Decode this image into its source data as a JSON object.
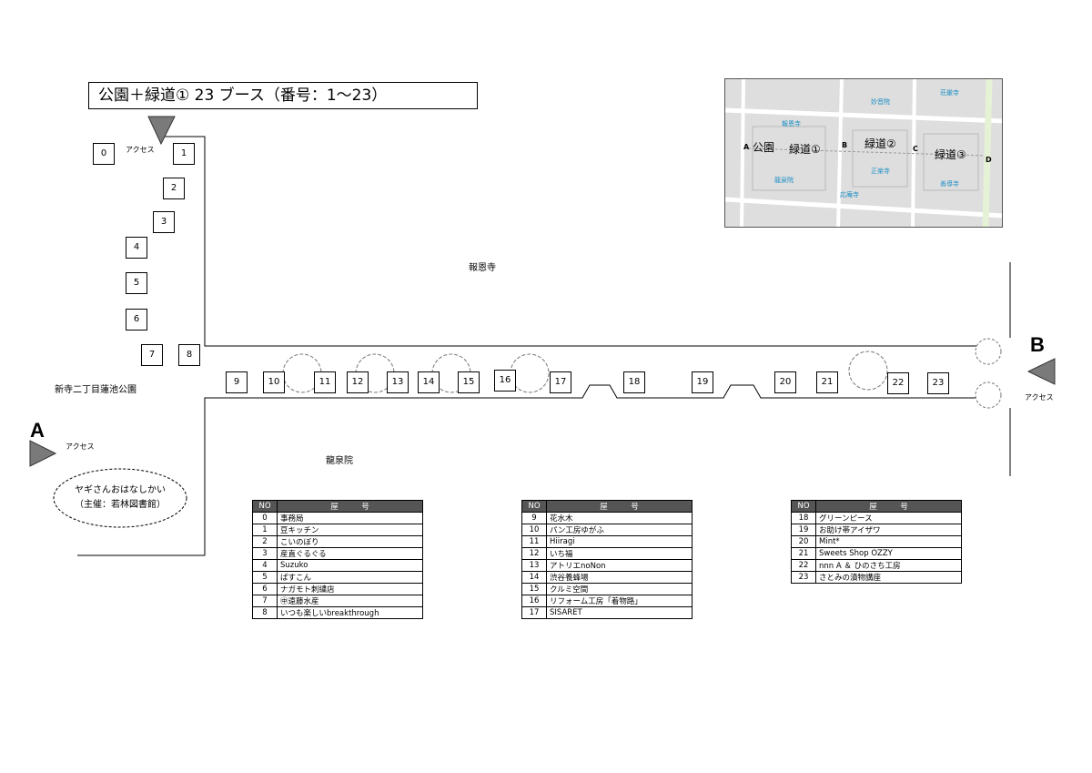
{
  "title": "公園＋緑道① 23 ブース（番号：1〜23）",
  "access_label": "アクセス",
  "point_a": "A",
  "point_b": "B",
  "places": {
    "houonji": "報恩寺",
    "ryusenin": "龍泉院",
    "park": "新寺二丁目蓮池公園"
  },
  "event": {
    "line1": "ヤギさんおはなしかい",
    "line2": "（主催：若林図書館）"
  },
  "booths": [
    "0",
    "1",
    "2",
    "3",
    "4",
    "5",
    "6",
    "7",
    "8",
    "9",
    "10",
    "11",
    "12",
    "13",
    "14",
    "15",
    "16",
    "17",
    "18",
    "19",
    "20",
    "21",
    "22",
    "23"
  ],
  "inset": {
    "labels": {
      "park": "公園",
      "ryokudo1": "緑道①",
      "ryokudo2": "緑道②",
      "ryokudo3": "緑道③"
    },
    "points": [
      "A",
      "B",
      "C",
      "D"
    ],
    "temples": [
      "報恩寺",
      "龍泉院",
      "妙音院",
      "正楽寺",
      "応庵寺",
      "荘厳寺",
      "善導寺"
    ]
  },
  "table_header": {
    "no": "NO",
    "name": "屋　　　号"
  },
  "tables": [
    [
      {
        "no": "0",
        "name": "事務局"
      },
      {
        "no": "1",
        "name": "豆キッチン"
      },
      {
        "no": "2",
        "name": "こいのぼり"
      },
      {
        "no": "3",
        "name": "産直ぐるぐる"
      },
      {
        "no": "4",
        "name": "Suzuko"
      },
      {
        "no": "5",
        "name": "ぱすこん"
      },
      {
        "no": "6",
        "name": "ナガモト刺繍店"
      },
      {
        "no": "7",
        "name": "㊥遠藤水産"
      },
      {
        "no": "8",
        "name": "いつも楽しいbreakthrough"
      }
    ],
    [
      {
        "no": "9",
        "name": "花水木"
      },
      {
        "no": "10",
        "name": "パン工房ゆがふ"
      },
      {
        "no": "11",
        "name": "Hiiragi"
      },
      {
        "no": "12",
        "name": "いち福"
      },
      {
        "no": "13",
        "name": "アトリエnoNon"
      },
      {
        "no": "14",
        "name": "渋谷養蜂場"
      },
      {
        "no": "15",
        "name": "クルミ空間"
      },
      {
        "no": "16",
        "name": "リフォーム工房「着物路」"
      },
      {
        "no": "17",
        "name": "SISARET"
      }
    ],
    [
      {
        "no": "18",
        "name": "グリーンピース"
      },
      {
        "no": "19",
        "name": "お助け帯アイザワ"
      },
      {
        "no": "20",
        "name": "Mint*"
      },
      {
        "no": "21",
        "name": "Sweets Shop OZZY"
      },
      {
        "no": "22",
        "name": "nnn A ＆ ひのさち工房"
      },
      {
        "no": "23",
        "name": "さとみの漬物講座"
      }
    ]
  ]
}
